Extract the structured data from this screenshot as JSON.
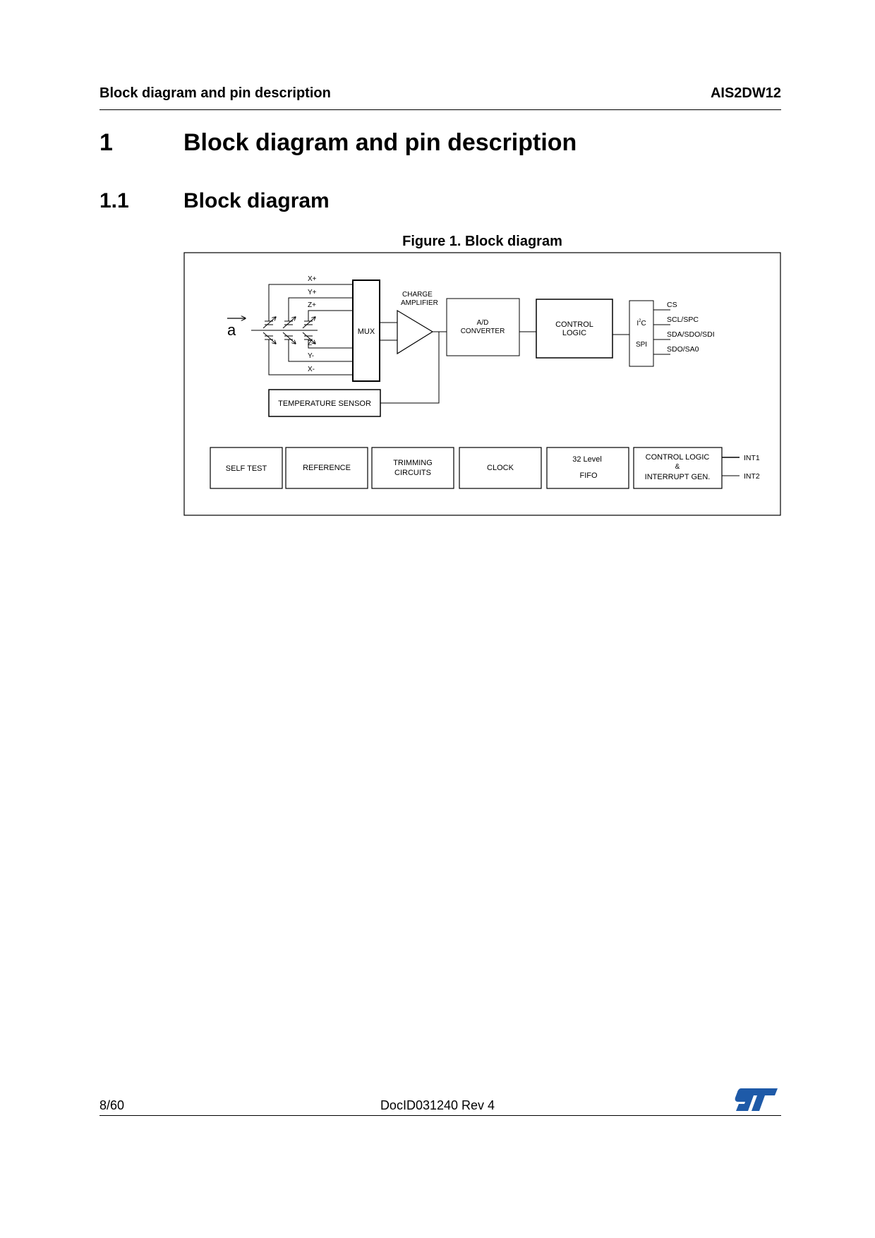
{
  "header": {
    "section": "Block diagram and pin description",
    "part": "AIS2DW12"
  },
  "chapter": {
    "number": "1",
    "title": "Block diagram and pin description"
  },
  "section": {
    "number": "1.1",
    "title": "Block diagram"
  },
  "figure": {
    "caption": "Figure 1. Block diagram",
    "accel_symbol": "a",
    "axis_labels": [
      "X+",
      "Y+",
      "Z+",
      "Z-",
      "Y-",
      "X-"
    ],
    "mux": "MUX",
    "charge_amp": [
      "CHARGE",
      "AMPLIFIER"
    ],
    "adc": [
      "A/D",
      "CONVERTER"
    ],
    "control": [
      "CONTROL",
      "LOGIC"
    ],
    "i2c": "I",
    "i2c_sup": "2",
    "i2c_c": "C",
    "spi": "SPI",
    "pins": [
      "CS",
      "SCL/SPC",
      "SDA/SDO/SDI",
      "SDO/SA0"
    ],
    "temp_sensor": "TEMPERATURE SENSOR",
    "self_test": "SELF TEST",
    "reference": "REFERENCE",
    "trimming": [
      "TRIMMING",
      "CIRCUITS"
    ],
    "clock": "CLOCK",
    "fifo": [
      "32 Level",
      "FIFO"
    ],
    "interrupt": [
      "CONTROL LOGIC",
      "&",
      "INTERRUPT GEN."
    ],
    "int_pins": [
      "INT1",
      "INT2"
    ]
  },
  "footer": {
    "page": "8/60",
    "doc": "DocID031240 Rev 4",
    "logo": "st-logo",
    "logo_color": "#1e5aa8"
  }
}
